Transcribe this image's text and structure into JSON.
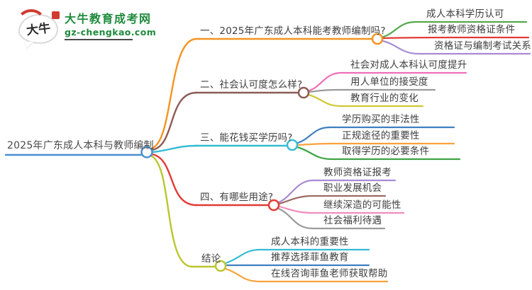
{
  "logo": {
    "bubble_text": "大牛",
    "site_name": "大牛教育成考网",
    "site_url": "gz-chengkao.com",
    "brand_green": "#1f8a3d",
    "seal_red": "#cf3b2f"
  },
  "central": {
    "label": "2025年广东成人本科与教师编制",
    "color": "#4a8fd3"
  },
  "branches": [
    {
      "title": "一、2025年广东成人本科能考教师编制吗?",
      "color": "#f59322",
      "children": [
        {
          "label": "成人本科学历认可",
          "color": "#53a94c"
        },
        {
          "label": "报考教师资格证条件",
          "color": "#e23b35"
        },
        {
          "label": "资格证与编制考试关系",
          "color": "#a88bd4"
        }
      ]
    },
    {
      "title": "二、社会认可度怎么样?",
      "color": "#8d5b55",
      "children": [
        {
          "label": "社会对成人本科认可度提升",
          "color": "#ef6eb7"
        },
        {
          "label": "用人单位的接受度",
          "color": "#9b9b9b"
        },
        {
          "label": "教育行业的变化",
          "color": "#cfc832"
        }
      ]
    },
    {
      "title": "三、能花钱买学历吗?",
      "color": "#35bcd4",
      "children": [
        {
          "label": "学历购买的非法性",
          "color": "#3f7fc1"
        },
        {
          "label": "正规途径的重要性",
          "color": "#f9a23c"
        },
        {
          "label": "取得学历的必要条件",
          "color": "#3ea344"
        }
      ]
    },
    {
      "title": "四、有哪些用途?",
      "color": "#e23b35",
      "children": [
        {
          "label": "教师资格证报考",
          "color": "#a88bd4"
        },
        {
          "label": "职业发展机会",
          "color": "#9c6b62"
        },
        {
          "label": "继续深造的可能性",
          "color": "#f08bbd"
        },
        {
          "label": "社会福利待遇",
          "color": "#9b9b9b"
        }
      ]
    },
    {
      "title": "结论",
      "color": "#bcc52e",
      "children": [
        {
          "label": "成人本科的重要性",
          "color": "#35bcd4"
        },
        {
          "label": "推荐选择菲鱼教育",
          "color": "#3f7fc1"
        },
        {
          "label": "在线咨询菲鱼老师获取帮助",
          "color": "#f9a23c"
        }
      ]
    }
  ]
}
